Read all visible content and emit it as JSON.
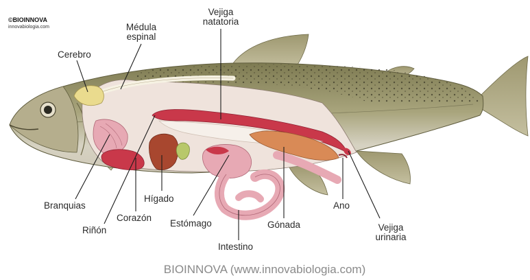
{
  "watermark": {
    "brand": "©BIOINNOVA",
    "site": "innovabiologia.com"
  },
  "labels": {
    "medula": [
      "Médula",
      "espinal"
    ],
    "vejiga_natatoria": [
      "Vejiga",
      "natatoria"
    ],
    "cerebro": "Cerebro",
    "branquias": "Branquias",
    "rinon": "Riñón",
    "corazon": "Corazón",
    "higado": "Hígado",
    "estomago": "Estómago",
    "intestino": "Intestino",
    "gonada": "Gónada",
    "ano": "Ano",
    "vejiga_urinaria": [
      "Vejiga",
      "urinaria"
    ]
  },
  "caption": "BIOINNOVA (www.innovabiologia.com)",
  "colors": {
    "body_upper": "#8d8a5e",
    "body_lower": "#d8d5c6",
    "cavity": "#efe3dc",
    "organ_red": "#c9384a",
    "organ_pink": "#e7a9b4",
    "liver": "#a8472f",
    "gall": "#b8c86a",
    "gonad": "#d98a56",
    "brain": "#eadb8e"
  }
}
